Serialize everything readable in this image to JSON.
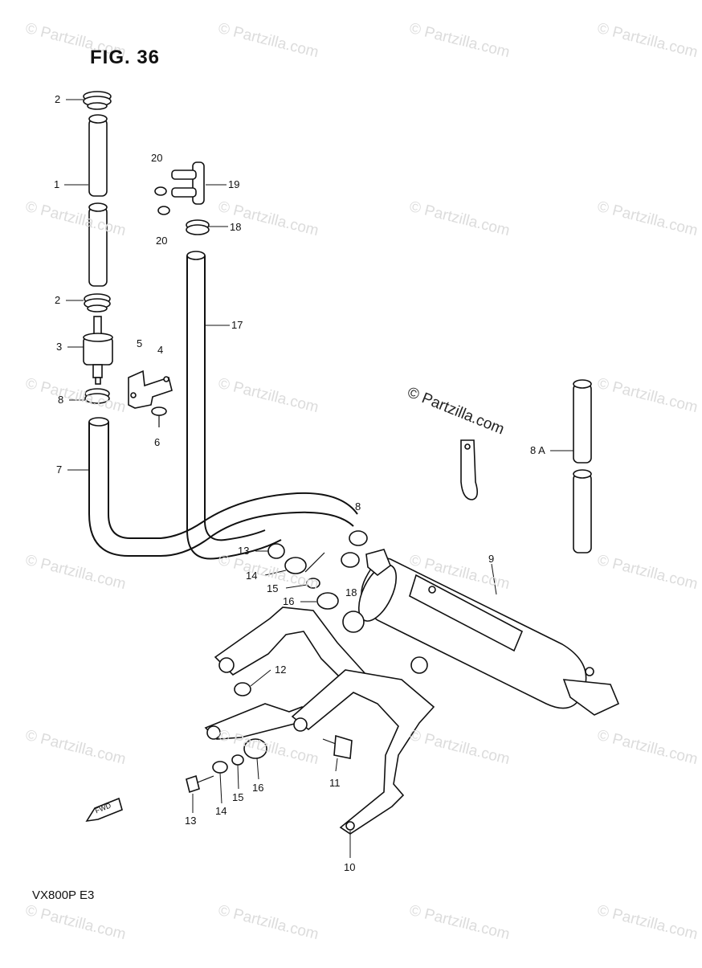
{
  "figure_title": "FIG. 36",
  "model_code": "VX800P  E3",
  "watermark_text": "© Partzilla.com",
  "copyright_overlay": "© Partzilla.com",
  "fwd_label": "FWD",
  "fine_print": "",
  "part_labels": [
    {
      "id": "2a",
      "text": "2"
    },
    {
      "id": "1",
      "text": "1"
    },
    {
      "id": "2b",
      "text": "2"
    },
    {
      "id": "3",
      "text": "3"
    },
    {
      "id": "8a",
      "text": "8"
    },
    {
      "id": "7",
      "text": "7"
    },
    {
      "id": "20a",
      "text": "20"
    },
    {
      "id": "19",
      "text": "19"
    },
    {
      "id": "20b",
      "text": "20"
    },
    {
      "id": "18a",
      "text": "18"
    },
    {
      "id": "17",
      "text": "17"
    },
    {
      "id": "5",
      "text": "5"
    },
    {
      "id": "4",
      "text": "4"
    },
    {
      "id": "6",
      "text": "6"
    },
    {
      "id": "8A",
      "text": "8 A"
    },
    {
      "id": "8b",
      "text": "8"
    },
    {
      "id": "9",
      "text": "9"
    },
    {
      "id": "13a",
      "text": "13"
    },
    {
      "id": "14a",
      "text": "14"
    },
    {
      "id": "15a",
      "text": "15"
    },
    {
      "id": "16a",
      "text": "16"
    },
    {
      "id": "18b",
      "text": "18"
    },
    {
      "id": "12",
      "text": "12"
    },
    {
      "id": "11",
      "text": "11"
    },
    {
      "id": "13b",
      "text": "13"
    },
    {
      "id": "14b",
      "text": "14"
    },
    {
      "id": "15b",
      "text": "15"
    },
    {
      "id": "16b",
      "text": "16"
    },
    {
      "id": "10",
      "text": "10"
    }
  ]
}
